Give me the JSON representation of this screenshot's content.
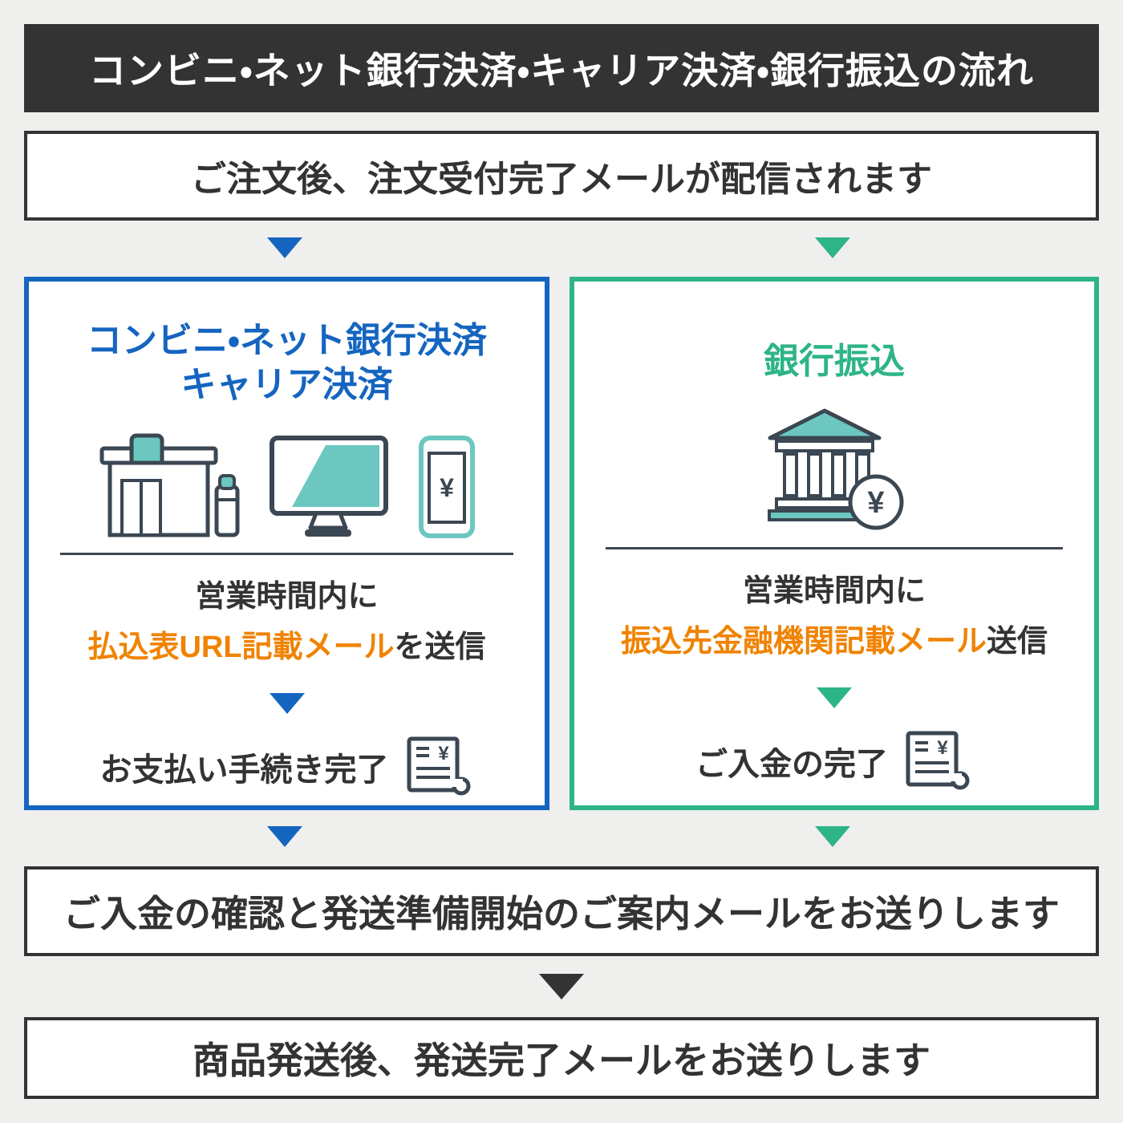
{
  "colors": {
    "background": "#efefed",
    "header_bg": "#333333",
    "header_text": "#ffffff",
    "box_border": "#333333",
    "text_dark": "#333333",
    "blue": "#1565c0",
    "green": "#2db488",
    "orange": "#f08300",
    "teal": "#6cc7c1",
    "outline": "#3b4752"
  },
  "header": {
    "title": "コンビニ・ネット銀行決済・キャリア決済・銀行振込の流れ"
  },
  "steps": {
    "order": "ご注文後、注文受付完了メールが配信されます",
    "confirm": "ご入金の確認と発送準備開始のご案内メールをお送りします",
    "shipped": "商品発送後、発送完了メールをお送りします"
  },
  "left_panel": {
    "title_line1": "コンビニ・ネット銀行決済",
    "title_line2": "キャリア決済",
    "hours": "営業時間内に",
    "mail_highlight": "払込表URL記載メール",
    "mail_suffix": "を送信",
    "complete": "お支払い手続き完了"
  },
  "right_panel": {
    "title": "銀行振込",
    "hours": "営業時間内に",
    "mail_highlight": "振込先金融機関記載メール",
    "mail_suffix": "送信",
    "complete": "ご入金の完了"
  },
  "icons": {
    "yen": "¥"
  }
}
